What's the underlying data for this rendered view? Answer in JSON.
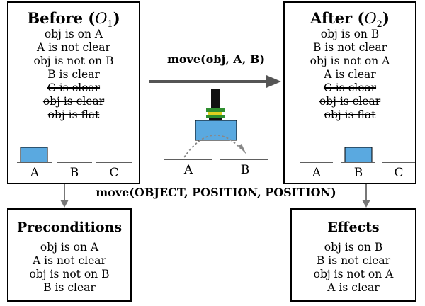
{
  "before": {
    "title": "Before",
    "subtitle": "O",
    "sub_index": "1",
    "facts": [
      {
        "text": "obj is on A",
        "struck": false
      },
      {
        "text": "A is not clear",
        "struck": false
      },
      {
        "text": "obj is not on B",
        "struck": false
      },
      {
        "text": "B is clear",
        "struck": false
      },
      {
        "text": "C is clear",
        "struck": true
      },
      {
        "text": "obj is clear",
        "struck": true
      },
      {
        "text": "obj is flat",
        "struck": true
      }
    ],
    "positions": [
      "A",
      "B",
      "C"
    ],
    "object_at": "A"
  },
  "after": {
    "title": "After",
    "subtitle": "O",
    "sub_index": "2",
    "facts": [
      {
        "text": "obj is on B",
        "struck": false
      },
      {
        "text": "B is not clear",
        "struck": false
      },
      {
        "text": "obj is not on A",
        "struck": false
      },
      {
        "text": "A is clear",
        "struck": false
      },
      {
        "text": "C is clear",
        "struck": true
      },
      {
        "text": "obj is clear",
        "struck": true
      },
      {
        "text": "obj is flat",
        "struck": true
      }
    ],
    "positions": [
      "A",
      "B",
      "C"
    ],
    "object_at": "B"
  },
  "action": {
    "call": "move(obj, A, B)",
    "positions": [
      "A",
      "B"
    ]
  },
  "schema": {
    "label": "move(OBJECT, POSITION, POSITION)"
  },
  "preconditions": {
    "title": "Preconditions",
    "facts": [
      "obj is on A",
      "A is not clear",
      "obj is not on B",
      "B is clear"
    ]
  },
  "effects": {
    "title": "Effects",
    "facts": [
      "obj is on B",
      "B is not clear",
      "obj is not on A",
      "A is clear"
    ]
  },
  "colors": {
    "object_fill": "#5aa9e0",
    "arrow": "#555555",
    "gripper_green": "#2f8f2f",
    "gripper_yellow": "#e0d020"
  }
}
